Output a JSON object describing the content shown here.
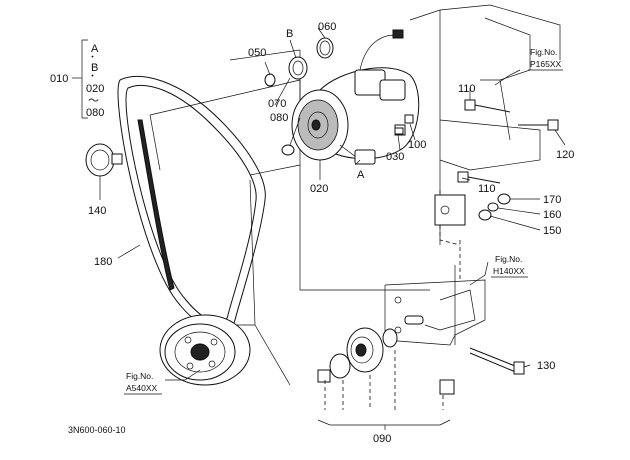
{
  "parts": [
    {
      "id": "p010",
      "label": "010"
    },
    {
      "id": "p020",
      "label": "020"
    },
    {
      "id": "p030",
      "label": "030"
    },
    {
      "id": "p050",
      "label": "050"
    },
    {
      "id": "p060",
      "label": "060"
    },
    {
      "id": "p070",
      "label": "070"
    },
    {
      "id": "p080",
      "label": "080"
    },
    {
      "id": "p090",
      "label": "090"
    },
    {
      "id": "p100",
      "label": "100"
    },
    {
      "id": "p110a",
      "label": "110"
    },
    {
      "id": "p110b",
      "label": "110"
    },
    {
      "id": "p120",
      "label": "120"
    },
    {
      "id": "p130",
      "label": "130"
    },
    {
      "id": "p140",
      "label": "140"
    },
    {
      "id": "p150",
      "label": "150"
    },
    {
      "id": "p160",
      "label": "160"
    },
    {
      "id": "p170",
      "label": "170"
    },
    {
      "id": "p180",
      "label": "180"
    }
  ],
  "group_list": {
    "a": "A",
    "dot1": "・",
    "b": "B",
    "dot2": "・",
    "from": "020",
    "tilde": "～",
    "to": "080"
  },
  "markers": {
    "a": "A",
    "b": "B"
  },
  "fig_refs": [
    {
      "id": "fig-p165",
      "title": "Fig.No.",
      "code": "P165XX"
    },
    {
      "id": "fig-h140",
      "title": "Fig.No.",
      "code": "H140XX"
    },
    {
      "id": "fig-a540",
      "title": "Fig.No.",
      "code": "A540XX"
    }
  ],
  "drawing_code": "3N600-060-10"
}
